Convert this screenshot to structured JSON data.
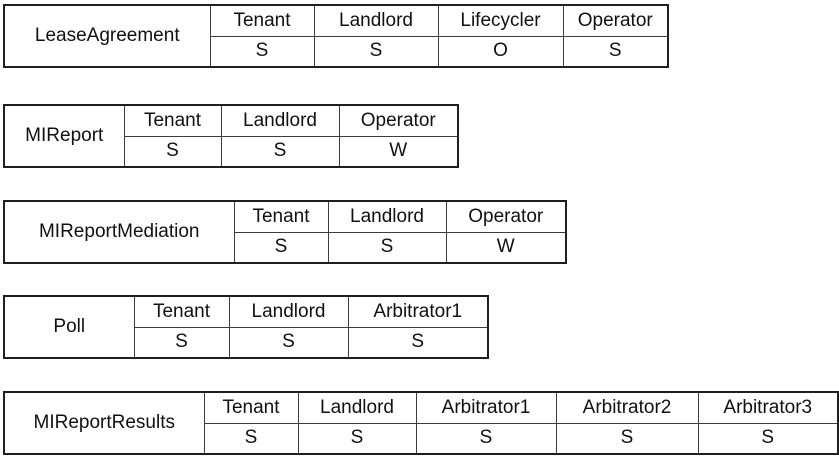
{
  "access_levels_legend": {
    "S": "S",
    "O": "O",
    "W": "W"
  },
  "tables": [
    {
      "name": "LeaseAgreement",
      "columns": [
        {
          "role": "Tenant",
          "value": "S"
        },
        {
          "role": "Landlord",
          "value": "S"
        },
        {
          "role": "Lifecycler",
          "value": "O"
        },
        {
          "role": "Operator",
          "value": "S"
        }
      ]
    },
    {
      "name": "MIReport",
      "columns": [
        {
          "role": "Tenant",
          "value": "S"
        },
        {
          "role": "Landlord",
          "value": "S"
        },
        {
          "role": "Operator",
          "value": "W"
        }
      ]
    },
    {
      "name": "MIReportMediation",
      "columns": [
        {
          "role": "Tenant",
          "value": "S"
        },
        {
          "role": "Landlord",
          "value": "S"
        },
        {
          "role": "Operator",
          "value": "W"
        }
      ]
    },
    {
      "name": "Poll",
      "columns": [
        {
          "role": "Tenant",
          "value": "S"
        },
        {
          "role": "Landlord",
          "value": "S"
        },
        {
          "role": "Arbitrator1",
          "value": "S"
        }
      ]
    },
    {
      "name": "MIReportResults",
      "columns": [
        {
          "role": "Tenant",
          "value": "S"
        },
        {
          "role": "Landlord",
          "value": "S"
        },
        {
          "role": "Arbitrator1",
          "value": "S"
        },
        {
          "role": "Arbitrator2",
          "value": "S"
        },
        {
          "role": "Arbitrator3",
          "value": "S"
        }
      ]
    }
  ],
  "colors": {
    "background": "#ffffff",
    "border_outer": "#1f1f1f",
    "border_inner": "#3d3d3d",
    "text": "#111111"
  }
}
